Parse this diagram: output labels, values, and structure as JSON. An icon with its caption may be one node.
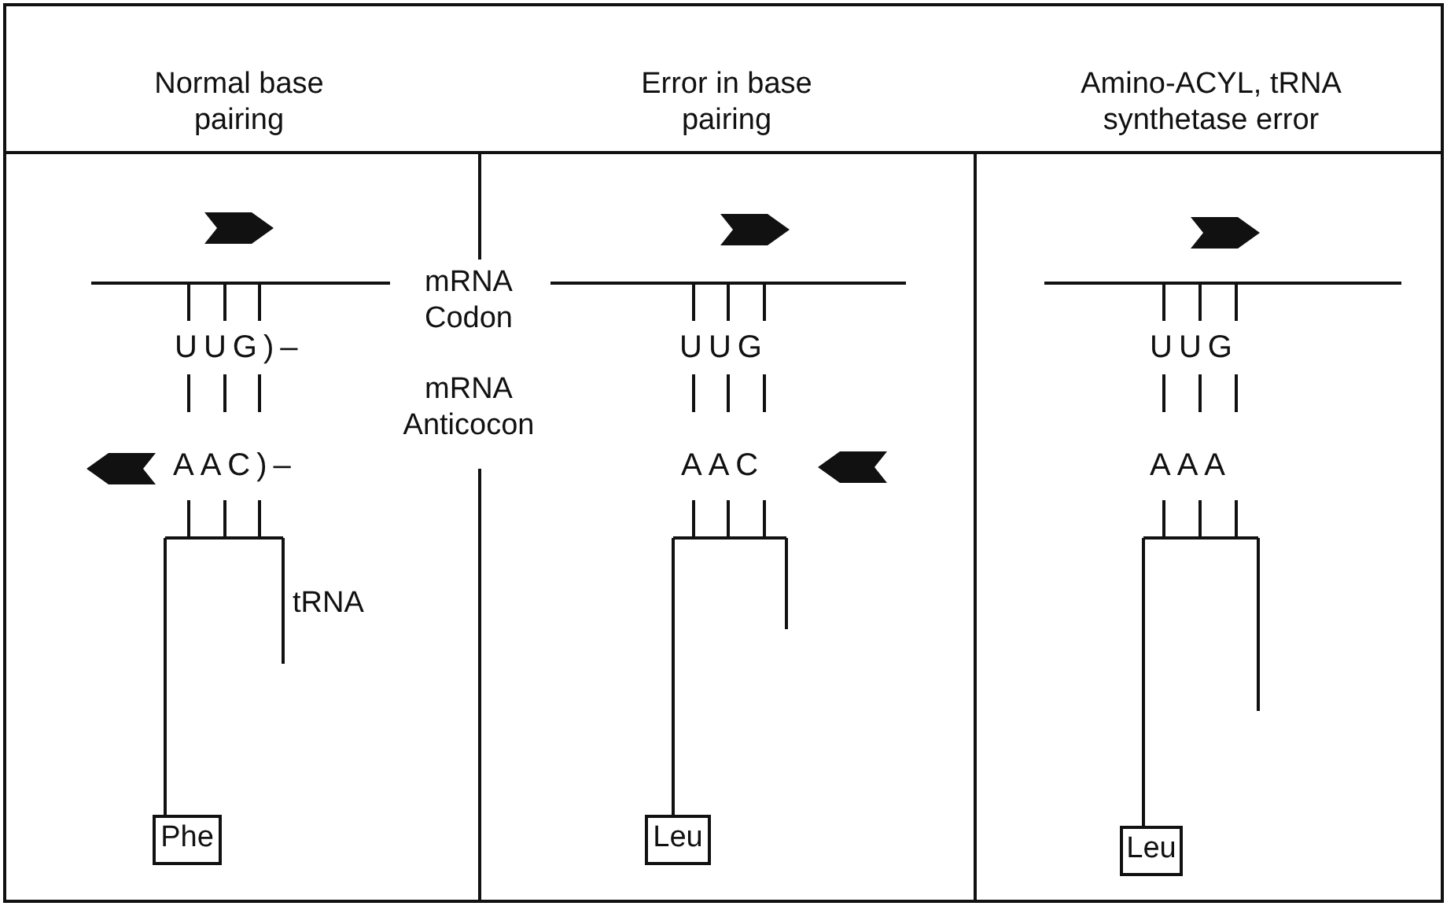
{
  "diagram": {
    "nodes": [
      {
        "text": [
          "Phe"
        ]
      },
      {
        "text": [
          "Leu"
        ]
      },
      {
        "text": [
          "Leu"
        ]
      }
    ],
    "labels": [
      "Normal base pairing",
      "Error in base pairing",
      "Amino-ACYL, tRNA synthetase error",
      "mRNA Codon",
      "UUG)–",
      "UUG",
      "UUG",
      "mRNA Anticocon",
      "AAC)–",
      "AAC",
      "AAA",
      "tRNA"
    ]
  }
}
